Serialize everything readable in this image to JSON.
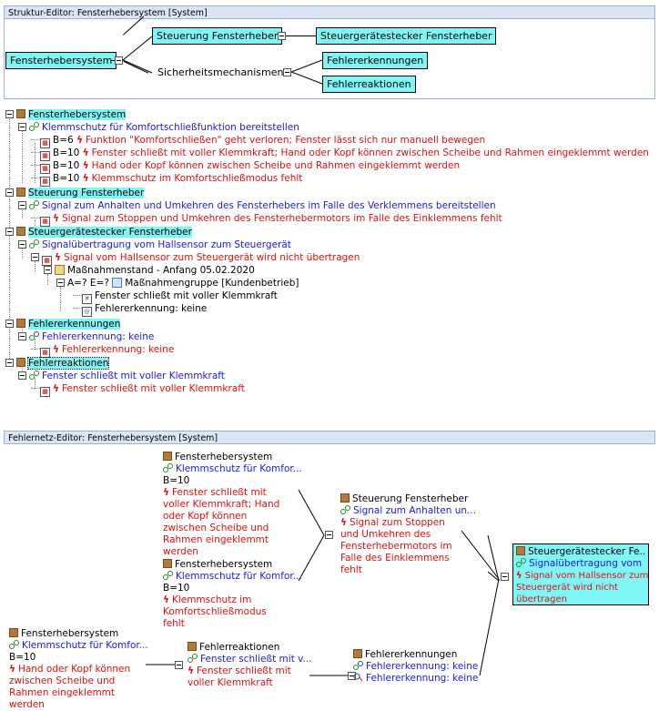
{
  "struktur": {
    "title": "Struktur-Editor: Fensterhebersystem [System]",
    "root": "Fensterhebersystem",
    "child1": "Steuerung Fensterheber",
    "child1_sub": "Steuergerätestecker Fensterheber",
    "child2": "Sicherheitsmechanismen",
    "child2_sub1": "Fehlererkennungen",
    "child2_sub2": "Fehlerreaktionen"
  },
  "tree": {
    "n1": "Fensterhebersystem",
    "n1_f": "Klemmschutz für Komfortschließfunktion bereitstellen",
    "n1_e1_b": "B=6",
    "n1_e1": "Funktion \"Komfortschließen\" geht verloren; Fenster lässt sich nur manuell bewegen",
    "n1_e2_b": "B=10",
    "n1_e2": "Fenster schließt mit voller Klemmkraft; Hand oder Kopf können zwischen Scheibe und Rahmen eingeklemmt werden",
    "n1_e3_b": "B=10",
    "n1_e3": "Hand oder Kopf können zwischen Scheibe und Rahmen eingeklemmt werden",
    "n1_e4_b": "B=10",
    "n1_e4": "Klemmschutz im Komfortschließmodus fehlt",
    "n2": "Steuerung Fensterheber",
    "n2_f": "Signal zum Anhalten und Umkehren des Fensterhebers im Falle des Verklemmens bereitstellen",
    "n2_e1": "Signal zum Stoppen und Umkehren des Fensterhebermotors im Falle des Einklemmens fehlt",
    "n3": "Steuergerätestecker Fensterheber",
    "n3_f": "Signalübertragung vom Hallsensor zum Steuergerät",
    "n3_e1": "Signal vom Hallsensor zum Steuergerät wird nicht übertragen",
    "n3_m": "Maßnahmenstand - Anfang 05.02.2020",
    "n3_g_prefix": "A=? E=?",
    "n3_g": "Maßnahmengruppe [Kundenbetrieb]",
    "n3_g1": "Fenster schließt mit voller Klemmkraft",
    "n3_g2": "Fehlererkennung: keine",
    "n4": "Fehlererkennungen",
    "n4_f": "Fehlererkennung: keine",
    "n4_e1": "Fehlererkennung: keine",
    "n5": "Fehlerreaktionen",
    "n5_f": "Fenster schließt mit voller Klemmkraft",
    "n5_e1": "Fenster schließt mit voller Klemmkraft"
  },
  "netz": {
    "title": "Fehlernetz-Editor: Fensterhebersystem [System]",
    "a": {
      "sys": "Fensterhebersystem",
      "fn": "Klemmschutz für Komfor...",
      "b": "B=10",
      "err": "Fenster schließt mit voller Klemmkraft; Hand oder Kopf können zwischen Scheibe und Rahmen eingeklemmt werden"
    },
    "b": {
      "sys": "Fensterhebersystem",
      "fn": "Klemmschutz für Komfor...",
      "b": "B=10",
      "err": "Klemmschutz im Komfortschließmodus fehlt"
    },
    "c": {
      "sys": "Steuerung Fensterheber",
      "fn": "Signal zum Anhalten un...",
      "err": "Signal zum Stoppen und Umkehren des Fensterhebermotors im Falle des Einklemmens fehlt"
    },
    "d": {
      "sys": "Steuergerätestecker Fe...",
      "fn": "Signalübertragung vom ...",
      "err": "Signal vom Hallsensor zum Steuergerät wird nicht übertragen"
    },
    "e": {
      "sys": "Fensterhebersystem",
      "fn": "Klemmschutz für Komfor...",
      "b": "B=10",
      "err": "Hand oder Kopf können zwischen Scheibe und Rahmen eingeklemmt werden"
    },
    "f": {
      "sys": "Fehlerreaktionen",
      "fn": "Fenster schließt mit v...",
      "err": "Fenster schließt mit voller Klemmkraft"
    },
    "g": {
      "sys": "Fehlererkennungen",
      "fn": "Fehlererkennung: keine",
      "err": "Fehlererkennung: keine"
    }
  },
  "colors": {
    "node_fill": "#7ff5f5",
    "function": "#1a1ae6",
    "error": "#e01010",
    "element": "#b07a3c"
  }
}
